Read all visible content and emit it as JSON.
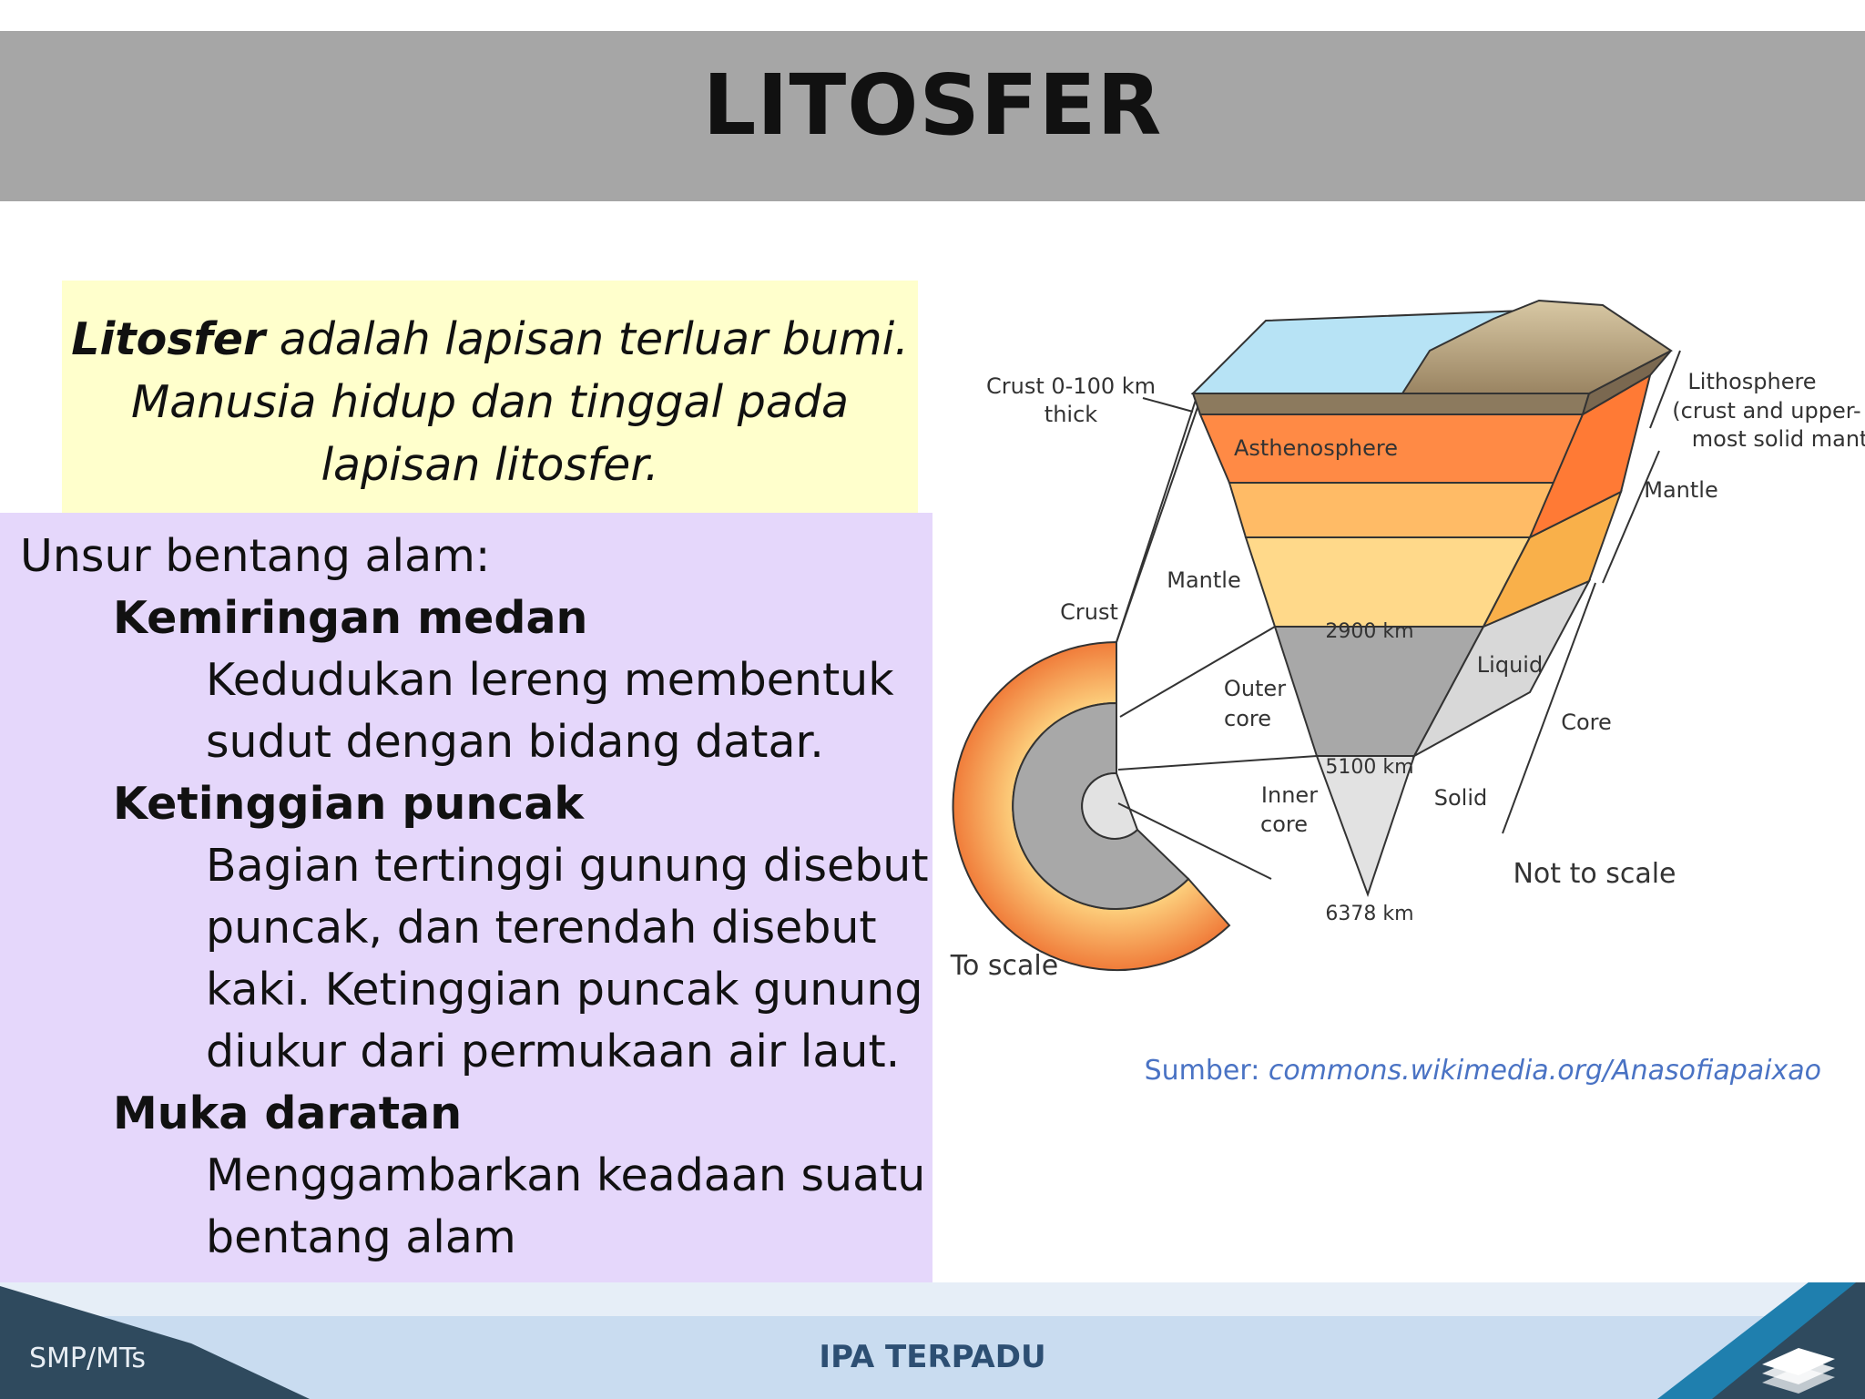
{
  "title": "LITOSFER",
  "definition": {
    "term": "Litosfer",
    "line1_rest": " adalah lapisan terluar bumi.",
    "line2": "Manusia hidup dan tinggal pada",
    "line3": "lapisan litosfer."
  },
  "list": {
    "heading": "Unsur bentang alam:",
    "items": [
      {
        "title": "Kemiringan medan",
        "lines": [
          "Kedudukan lereng membentuk",
          "sudut dengan bidang datar."
        ]
      },
      {
        "title": "Ketinggian puncak",
        "lines": [
          "Bagian tertinggi gunung disebut",
          "puncak, dan terendah disebut",
          "kaki. Ketinggian puncak gunung",
          "diukur dari permukaan air laut."
        ]
      },
      {
        "title": "Muka daratan",
        "lines": [
          "Menggambarkan keadaan suatu",
          "bentang alam"
        ]
      }
    ]
  },
  "diagram": {
    "labels": {
      "crust_thick_1": "Crust 0-100 km",
      "crust_thick_2": "thick",
      "asthenosphere": "Asthenosphere",
      "mantle_left": "Mantle",
      "crust_left": "Crust",
      "outer_core_1": "Outer",
      "outer_core_2": "core",
      "inner_core_1": "Inner",
      "inner_core_2": "core",
      "km_2900": "2900 km",
      "km_5100": "5100 km",
      "km_6378": "6378 km",
      "liquid": "Liquid",
      "solid": "Solid",
      "core_right": "Core",
      "mantle_right": "Mantle",
      "litho_1": "Lithosphere",
      "litho_2": "(crust and upper-",
      "litho_3": "most solid mantle)",
      "not_to_scale": "Not to scale",
      "to_scale": "To scale"
    }
  },
  "source": {
    "prefix": "Sumber: ",
    "link": "commons.wikimedia.org/Anasofiapaixao"
  },
  "footer": {
    "left": "SMP/MTs",
    "center": "IPA TERPADU"
  },
  "colors": {
    "titlebar": "#a6a6a6",
    "definition_bg": "#ffffcc",
    "list_bg": "#e5d7fb",
    "source_link": "#4a73c4",
    "footer_dark": "#2f4a5e",
    "footer_light": "#c9dcf0"
  }
}
